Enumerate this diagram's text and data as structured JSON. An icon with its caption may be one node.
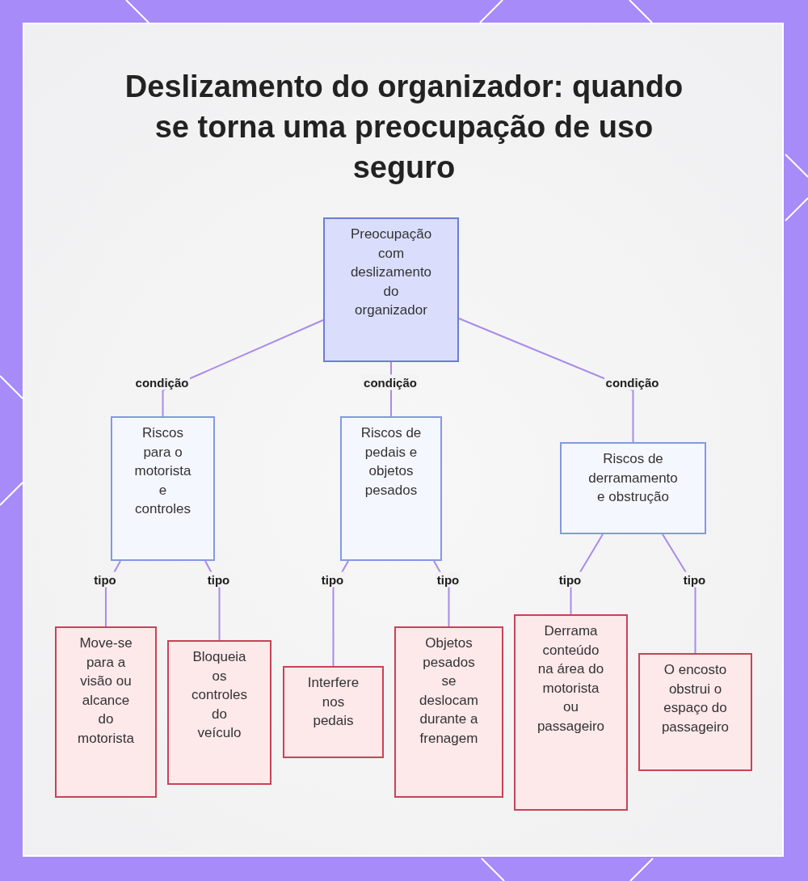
{
  "diagram": {
    "title": "Deslizamento do organizador: quando se torna uma preocupação de uso seguro",
    "nodes": [
      {
        "text": [
          "Preocupação com deslizamento do organizador"
        ]
      },
      {
        "text": [
          "Riscos para o motorista e controles"
        ]
      },
      {
        "text": [
          "Riscos de pedais e objetos pesados"
        ]
      },
      {
        "text": [
          "Riscos de derramamento e obstrução"
        ]
      },
      {
        "text": [
          "Move-se para a visão ou alcance do motorista"
        ]
      },
      {
        "text": [
          "Bloqueia os controles do veículo"
        ]
      },
      {
        "text": [
          "Interfere nos pedais"
        ]
      },
      {
        "text": [
          "Objetos pesados se deslocam durante a frenagem"
        ]
      },
      {
        "text": [
          "Derrama conteúdo na área do motorista ou passageiro"
        ]
      },
      {
        "text": [
          "O encosto obstrui o espaço do passageiro"
        ]
      }
    ],
    "edges": [
      {
        "from": 0,
        "to": 1,
        "arrow": "none",
        "label": "condição"
      },
      {
        "from": 0,
        "to": 2,
        "arrow": "none",
        "label": "condição"
      },
      {
        "from": 0,
        "to": 3,
        "arrow": "none",
        "label": "condição"
      },
      {
        "from": 1,
        "to": 4,
        "arrow": "none",
        "label": "tipo"
      },
      {
        "from": 1,
        "to": 5,
        "arrow": "none",
        "label": "tipo"
      },
      {
        "from": 2,
        "to": 6,
        "arrow": "none",
        "label": "tipo"
      },
      {
        "from": 2,
        "to": 7,
        "arrow": "none",
        "label": "tipo"
      },
      {
        "from": 3,
        "to": 8,
        "arrow": "none",
        "label": "tipo"
      },
      {
        "from": 3,
        "to": 9,
        "arrow": "none",
        "label": "tipo"
      }
    ]
  }
}
